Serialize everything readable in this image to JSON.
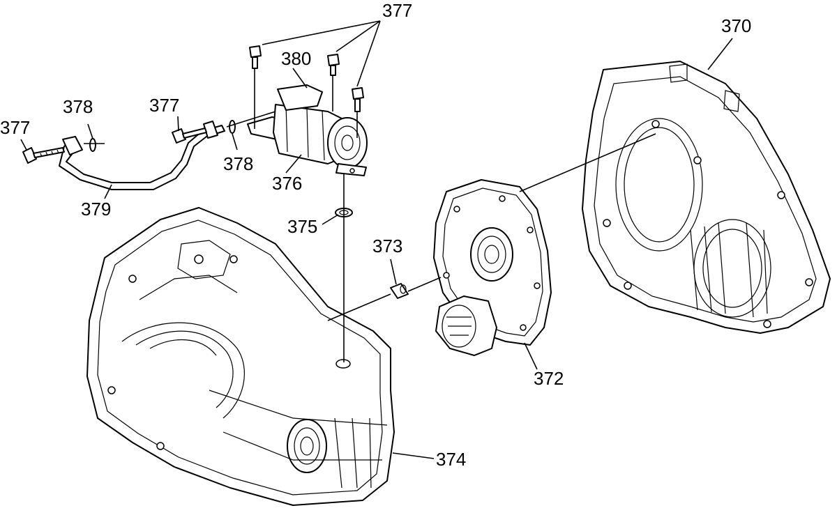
{
  "diagram": {
    "callouts": {
      "c370": "370",
      "c372": "372",
      "c373": "373",
      "c374": "374",
      "c375": "375",
      "c376": "376",
      "c377_top": "377",
      "c377_mid": "377",
      "c377_left": "377",
      "c378_left": "378",
      "c378_right": "378",
      "c379": "379",
      "c380": "380"
    }
  }
}
